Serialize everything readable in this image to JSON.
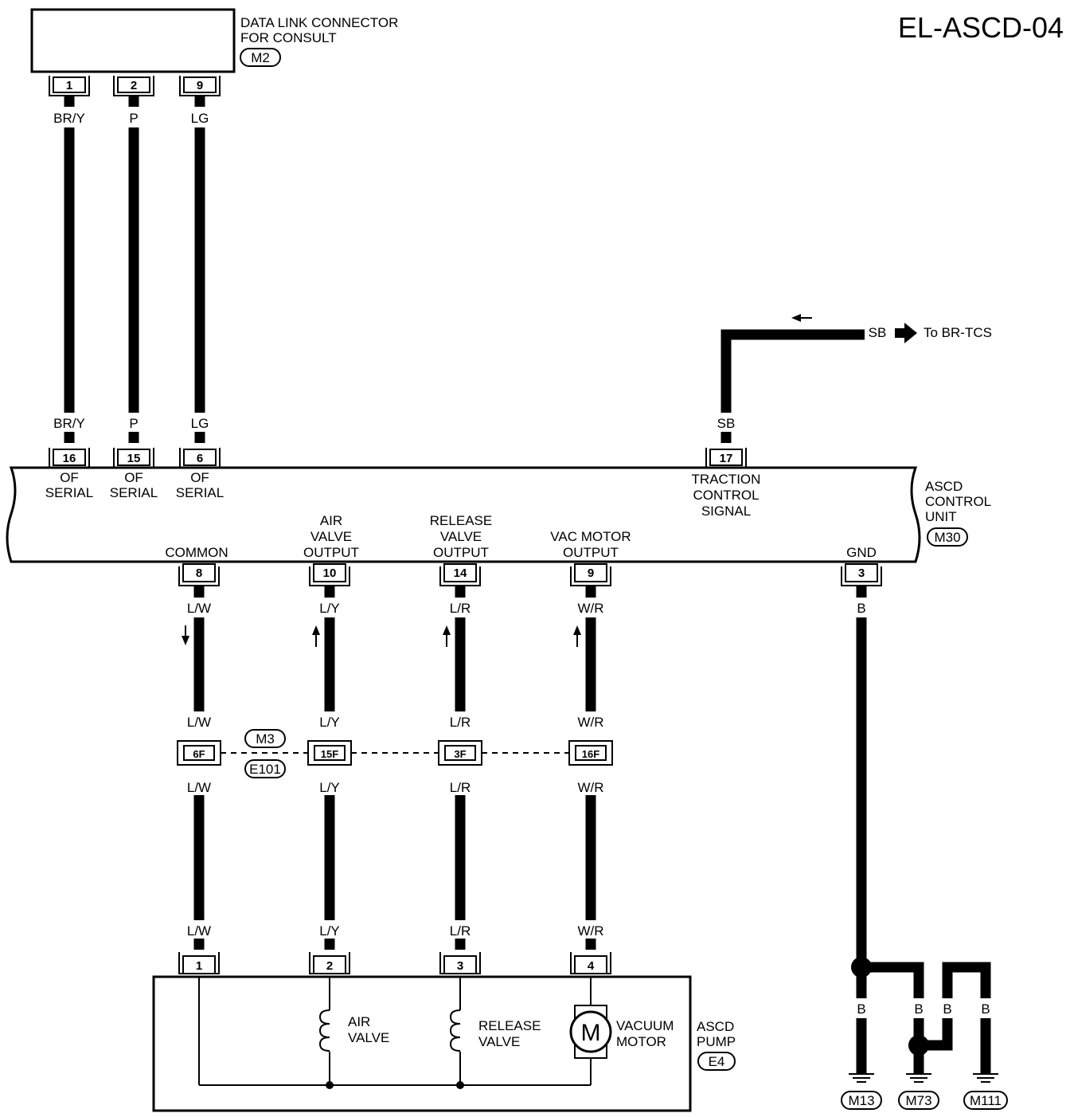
{
  "page_code": "EL-ASCD-04",
  "data_link_connector": {
    "title_line1": "DATA LINK CONNECTOR",
    "title_line2": "FOR CONSULT",
    "connector_id": "M2",
    "pins": [
      "1",
      "2",
      "9"
    ]
  },
  "serial_wires": [
    {
      "top_color": "BR/Y",
      "bottom_color": "BR/Y",
      "unit_pin": "16",
      "line1": "OF",
      "line2": "SERIAL"
    },
    {
      "top_color": "P",
      "bottom_color": "P",
      "unit_pin": "15",
      "line1": "OF",
      "line2": "SERIAL"
    },
    {
      "top_color": "LG",
      "bottom_color": "LG",
      "unit_pin": "6",
      "line1": "OF",
      "line2": "SERIAL"
    }
  ],
  "traction": {
    "wire_top": "SB",
    "wire_color": "SB",
    "destination": "To BR-TCS",
    "pin": "17",
    "line1": "TRACTION",
    "line2": "CONTROL",
    "line3": "SIGNAL"
  },
  "control_unit": {
    "line1": "ASCD",
    "line2": "CONTROL",
    "line3": "UNIT",
    "connector_id": "M30"
  },
  "outputs": [
    {
      "name_lines": [
        "COMMON"
      ],
      "pin": "8",
      "c1": "L/W",
      "c2": "L/W",
      "joint": "6F",
      "c3": "L/W",
      "c4": "L/W",
      "pump_pin": "1"
    },
    {
      "name_lines": [
        "AIR",
        "VALVE",
        "OUTPUT"
      ],
      "pin": "10",
      "c1": "L/Y",
      "c2": "L/Y",
      "joint": "15F",
      "c3": "L/Y",
      "c4": "L/Y",
      "pump_pin": "2"
    },
    {
      "name_lines": [
        "RELEASE",
        "VALVE",
        "OUTPUT"
      ],
      "pin": "14",
      "c1": "L/R",
      "c2": "L/R",
      "joint": "3F",
      "c3": "L/R",
      "c4": "L/R",
      "pump_pin": "3"
    },
    {
      "name_lines": [
        "VAC MOTOR",
        "OUTPUT"
      ],
      "pin": "9",
      "c1": "W/R",
      "c2": "W/R",
      "joint": "16F",
      "c3": "W/R",
      "c4": "W/R",
      "pump_pin": "4"
    }
  ],
  "joint_connectors": {
    "upper": "M3",
    "lower": "E101"
  },
  "ground": {
    "name": "GND",
    "pin": "3",
    "wire_color": "B",
    "branch_colors": [
      "B",
      "B",
      "B",
      "B"
    ],
    "grounds": [
      "M13",
      "M73",
      "M111"
    ]
  },
  "pump": {
    "line1": "ASCD",
    "line2": "PUMP",
    "connector_id": "E4",
    "air_valve": [
      "AIR",
      "VALVE"
    ],
    "release_valve": [
      "RELEASE",
      "VALVE"
    ],
    "motor": [
      "VACUUM",
      "MOTOR"
    ],
    "motor_symbol": "M"
  }
}
